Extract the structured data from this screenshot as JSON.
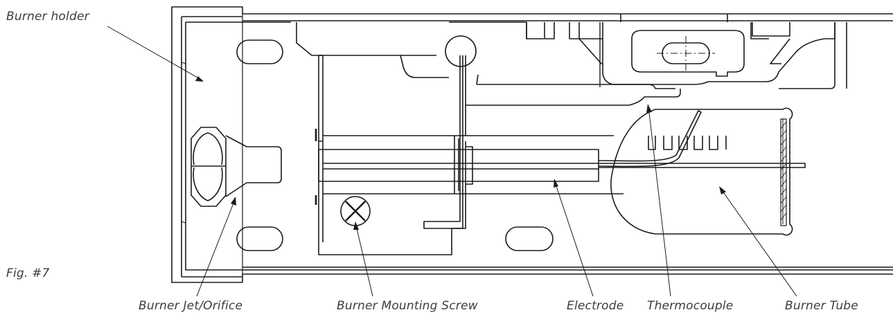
{
  "labels": {
    "burner_holder": "Burner holder",
    "figure": "Fig. #7",
    "burner_jet": "Burner Jet/Orifice",
    "mounting_screw": "Burner Mounting Screw",
    "electrode": "Electrode",
    "thermocouple": "Thermocouple",
    "burner_tube": "Burner Tube"
  },
  "colors": {
    "line": "#1a1a1a",
    "text": "#3c3c3c",
    "background": "#ffffff"
  }
}
